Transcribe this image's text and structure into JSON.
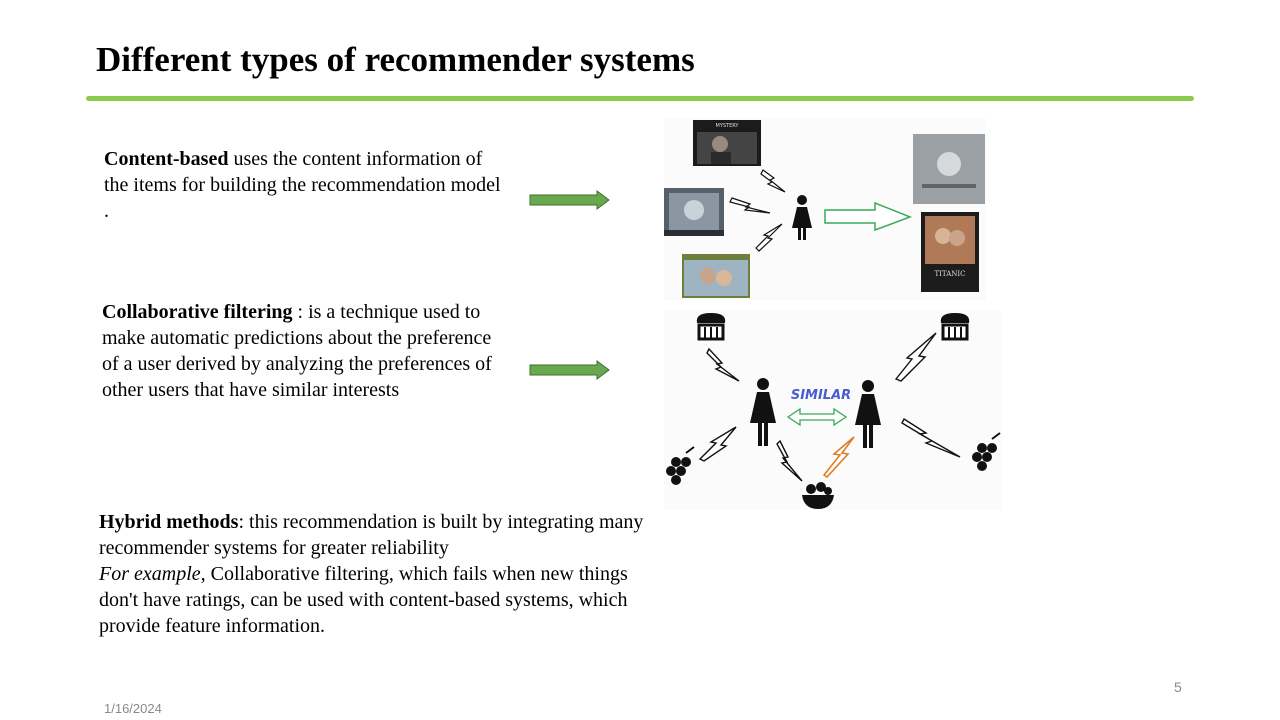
{
  "slide": {
    "title": "Different types of recommender systems",
    "page_number": "5",
    "date": "1/16/2024",
    "accent_color": "#8ccb4f"
  },
  "content_based": {
    "term": "Content-based",
    "text": " uses the content information  of the items for building the recommendation model ."
  },
  "collaborative": {
    "term": "Collaborative filtering",
    "text": " : is a technique used to make automatic predictions about the preference of a user derived by analyzing the preferences of other users that have similar interests"
  },
  "hybrid": {
    "term": "Hybrid methods",
    "text": ": this  recommendation is built by integrating many recommender systems for greater reliability",
    "example_label": "For example,",
    "example_text": " Collaborative filtering, which fails when new things don't have ratings, can be used with content-based systems, which provide feature information."
  },
  "figure_content": {
    "poster_top_label": "MYSTERY",
    "poster_bottom_label": "TITANIC"
  },
  "figure_collab": {
    "similar_label": "SIMILAR"
  },
  "icons": {
    "arrow": "right-arrow-icon",
    "person": "person-icon",
    "lightning": "lightning-icon",
    "cupcake": "cupcake-icon",
    "grapes": "grapes-icon",
    "fruit_bowl": "fruit-bowl-icon"
  }
}
